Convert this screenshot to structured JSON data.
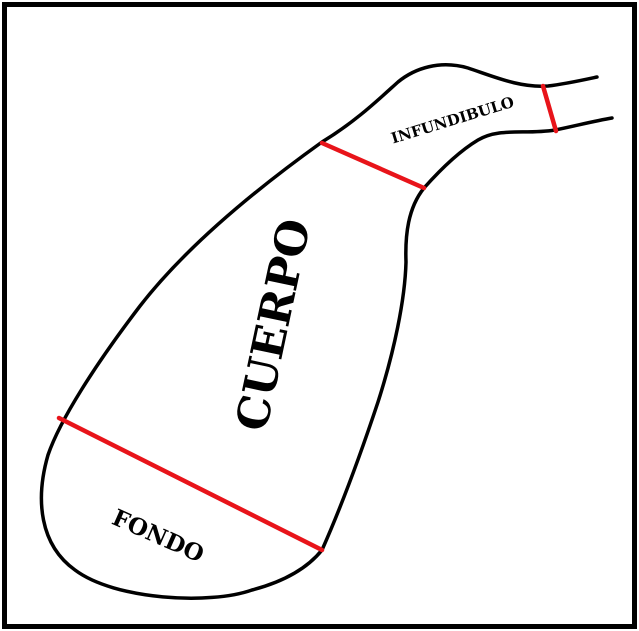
{
  "labels": {
    "body": "CUERPO",
    "fundus": "FONDO",
    "infundibulum": "INFUNDIBULO"
  },
  "colors": {
    "outline": "#000000",
    "divider": "#e8141a",
    "background": "#ffffff"
  }
}
